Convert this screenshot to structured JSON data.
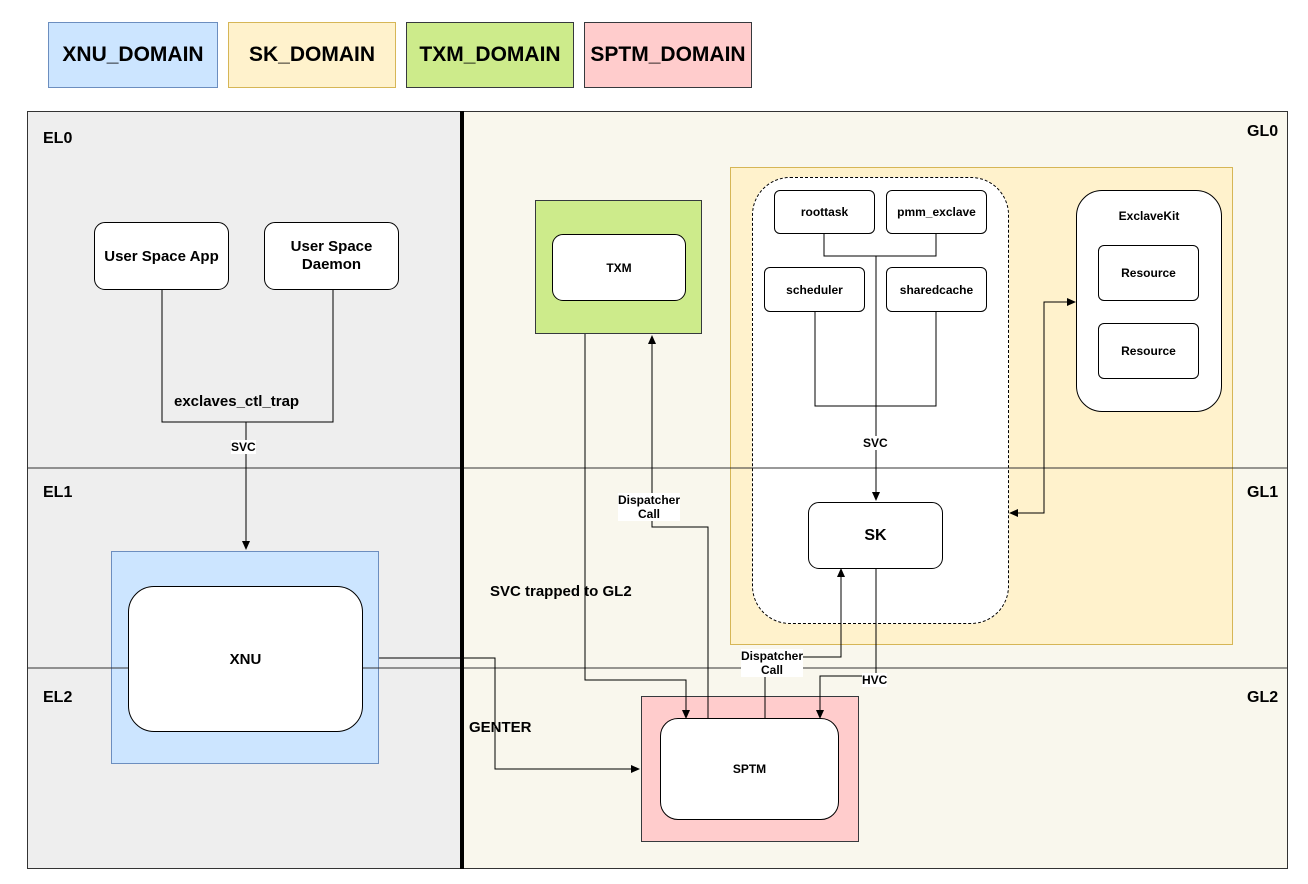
{
  "legend": {
    "xnu_domain": "XNU_DOMAIN",
    "sk_domain": "SK_DOMAIN",
    "txm_domain": "TXM_DOMAIN",
    "sptm_domain": "SPTM_DOMAIN"
  },
  "colors": {
    "xnu_fill": "#cce5ff",
    "xnu_border": "#6c8ebf",
    "sk_fill": "#fff2cc",
    "sk_border": "#d6b656",
    "txm_fill": "#cdeb8b",
    "txm_border": "#36393d",
    "sptm_fill": "#ffcccc",
    "sptm_border": "#36393d",
    "el_background": "#eeeeee",
    "gl_background": "#f9f7ed"
  },
  "levels": {
    "el0": "EL0",
    "el1": "EL1",
    "el2": "EL2",
    "gl0": "GL0",
    "gl1": "GL1",
    "gl2": "GL2"
  },
  "nodes": {
    "user_space_app": "User Space App",
    "user_space_daemon_line1": "User Space",
    "user_space_daemon_line2": "Daemon",
    "xnu": "XNU",
    "txm": "TXM",
    "roottask": "roottask",
    "pmm_exclave": "pmm_exclave",
    "scheduler": "scheduler",
    "sharedcache": "sharedcache",
    "sk": "SK",
    "exclavekit": "ExclaveKit",
    "resource_1": "Resource",
    "resource_2": "Resource",
    "sptm": "SPTM"
  },
  "edge_labels": {
    "exclaves_ctl_trap": "exclaves_ctl_trap",
    "svc_el0": "SVC",
    "svc_gl0": "SVC",
    "dispatcher_call_txm_line1": "Dispatcher",
    "dispatcher_call_txm_line2": "Call",
    "svc_trapped": "SVC trapped to GL2",
    "genter": "GENTER",
    "dispatcher_call_sk_line1": "Dispatcher",
    "dispatcher_call_sk_line2": "Call",
    "hvc": "HVC"
  }
}
